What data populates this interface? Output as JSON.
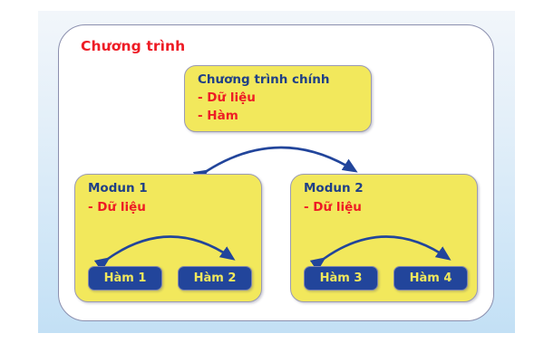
{
  "diagram": {
    "title": "Chương trình",
    "title_color": "#ee1c25",
    "accent_blue": "#1f3f87",
    "box_yellow": "#f2e85c",
    "button_blue": "#22459b",
    "panel_blue": "#c3e0f5",
    "main_box": {
      "heading": "Chương trình chính",
      "lines": [
        "- Dữ liệu",
        "- Hàm"
      ]
    },
    "modules": [
      {
        "heading": "Modun 1",
        "lines": [
          "- Dữ liệu"
        ],
        "functions": [
          "Hàm 1",
          "Hàm 2"
        ]
      },
      {
        "heading": "Modun 2",
        "lines": [
          "- Dữ liệu"
        ],
        "functions": [
          "Hàm 3",
          "Hàm 4"
        ]
      }
    ]
  }
}
